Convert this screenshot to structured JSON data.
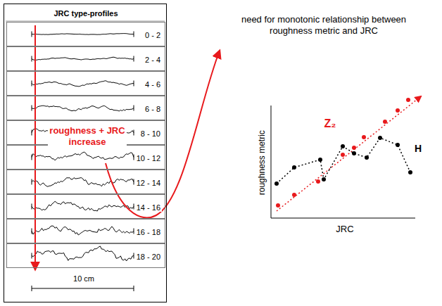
{
  "diagram": {
    "nodes": [
      {
        "text": [
          "JRC type-profiles",
          "10 cm"
        ]
      },
      {
        "text": [
          "0 - 2"
        ],
        "in": 0
      },
      {
        "text": [
          "2 - 4"
        ],
        "in": 0
      },
      {
        "text": [
          "4 - 6"
        ],
        "in": 0
      },
      {
        "text": [
          "6 - 8"
        ],
        "in": 0
      },
      {
        "text": [
          "8 - 10"
        ],
        "in": 0
      },
      {
        "text": [
          "10 - 12"
        ],
        "in": 0
      },
      {
        "text": [
          "12 - 14"
        ],
        "in": 0
      },
      {
        "text": [
          "14 - 16"
        ],
        "in": 0
      },
      {
        "text": [
          "16 - 18"
        ],
        "in": 0
      },
      {
        "text": [
          "18 - 20"
        ],
        "in": 0
      }
    ],
    "labels": [
      "roughness + JRC increase",
      "need for monotonic relationship between roughness metric and JRC",
      "roughness metric",
      "JRC",
      "Z₂",
      "H"
    ]
  }
}
